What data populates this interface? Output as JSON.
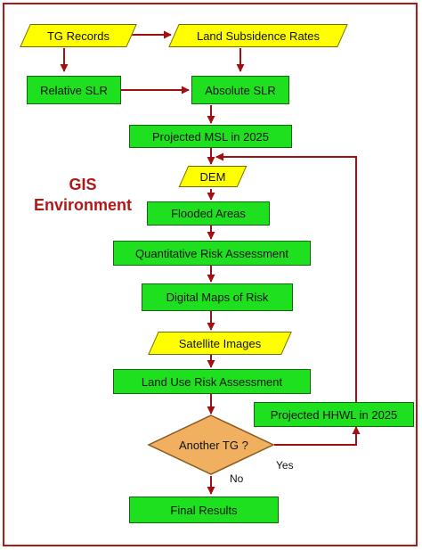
{
  "nodes": {
    "tg_records": "TG Records",
    "land_subsidence_rates": "Land Subsidence Rates",
    "relative_slr": "Relative  SLR",
    "absolute_slr": "Absolute SLR",
    "projected_msl": "Projected MSL in 2025",
    "dem": "DEM",
    "flooded_areas": "Flooded Areas",
    "quantitative_risk": "Quantitative Risk Assessment",
    "digital_maps": "Digital Maps of Risk",
    "satellite_images": "Satellite Images",
    "land_use_risk": "Land Use Risk Assessment",
    "projected_hhwl": "Projected HHWL in 2025",
    "another_tg": "Another TG ?",
    "final_results": "Final Results"
  },
  "edge_labels": {
    "yes": "Yes",
    "no": "No"
  },
  "side_label": {
    "line1": "GIS",
    "line2": "Environment"
  },
  "colors": {
    "process_fill": "#1ee01e",
    "io_fill": "#ffff00",
    "decision_fill": "#f0b060",
    "arrow": "#a01010",
    "frame": "#b01818"
  }
}
